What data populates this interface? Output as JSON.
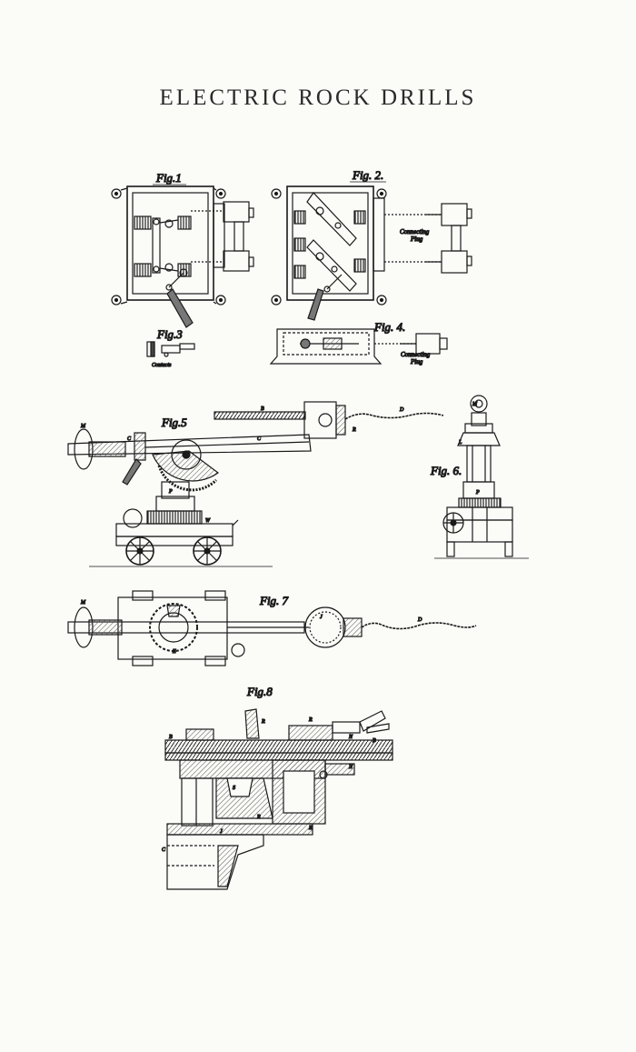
{
  "title": "ELECTRIC ROCK DRILLS",
  "figures": {
    "fig1": "Fig.1",
    "fig2": "Fig. 2.",
    "fig3": "Fig.3",
    "fig4": "Fig. 4.",
    "fig5": "Fig.5",
    "fig6": "Fig. 6.",
    "fig7": "Fig. 7",
    "fig8": "Fig.8"
  },
  "annotations": {
    "contacts": "Contacts",
    "connecting_plug_1": [
      "Connecting",
      "Plug"
    ],
    "connecting_plug_2": [
      "Connecting",
      "Plug"
    ]
  },
  "part_letters": {
    "M": "M",
    "B": "B",
    "C": "C",
    "D": "D",
    "P": "P",
    "W": "W",
    "R": "R",
    "S": "S",
    "N": "N",
    "J": "J",
    "E": "E",
    "L": "L"
  },
  "colors": {
    "ink": "#1a1a1a",
    "paper": "#fbfbf8",
    "hatch": "#555555"
  }
}
